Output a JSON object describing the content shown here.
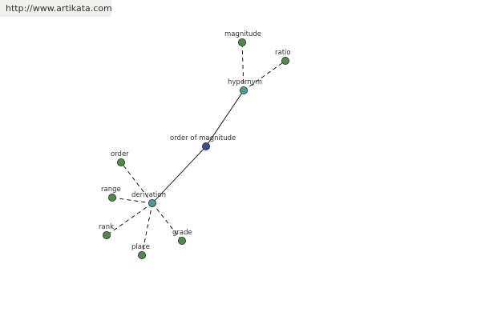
{
  "source_url": "http://www.artikata.com",
  "colors": {
    "center": "#3d4f94",
    "hub": "#4a9a9a",
    "leaf": "#4f8a48",
    "node_stroke": "#2a2a2a",
    "edge": "#000000",
    "label": "#333333"
  },
  "nodes": [
    {
      "id": "center",
      "label": "order of magnitude",
      "kind": "center"
    },
    {
      "id": "hypernym",
      "label": "hypernym",
      "kind": "hub"
    },
    {
      "id": "derivation",
      "label": "derivation",
      "kind": "hub"
    },
    {
      "id": "magnitude",
      "label": "magnitude",
      "kind": "leaf"
    },
    {
      "id": "ratio",
      "label": "ratio",
      "kind": "leaf"
    },
    {
      "id": "order",
      "label": "order",
      "kind": "leaf"
    },
    {
      "id": "range",
      "label": "range",
      "kind": "leaf"
    },
    {
      "id": "rank",
      "label": "rank",
      "kind": "leaf"
    },
    {
      "id": "place",
      "label": "place",
      "kind": "leaf"
    },
    {
      "id": "grade",
      "label": "grade",
      "kind": "leaf"
    }
  ],
  "edges": [
    {
      "from": "center",
      "to": "hypernym",
      "style": "solid"
    },
    {
      "from": "center",
      "to": "derivation",
      "style": "solid"
    },
    {
      "from": "hypernym",
      "to": "magnitude",
      "style": "dashed"
    },
    {
      "from": "hypernym",
      "to": "ratio",
      "style": "dashed"
    },
    {
      "from": "derivation",
      "to": "order",
      "style": "dashed"
    },
    {
      "from": "derivation",
      "to": "range",
      "style": "dashed"
    },
    {
      "from": "derivation",
      "to": "rank",
      "style": "dashed"
    },
    {
      "from": "derivation",
      "to": "place",
      "style": "dashed"
    },
    {
      "from": "derivation",
      "to": "grade",
      "style": "dashed"
    }
  ]
}
